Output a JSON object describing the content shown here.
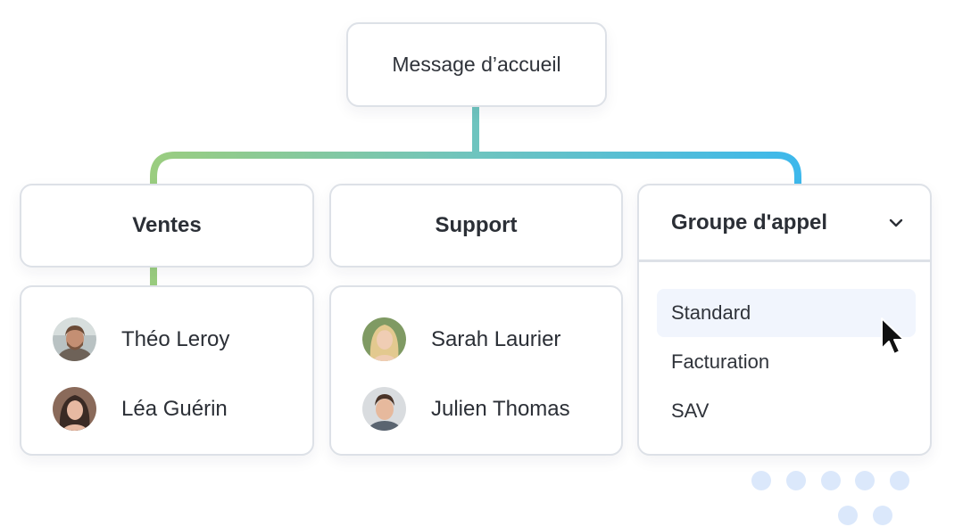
{
  "root": {
    "label": "Message d’accueil"
  },
  "groups": [
    {
      "label": "Ventes",
      "members": [
        {
          "name": "Théo Leroy"
        },
        {
          "name": "Léa Guérin"
        }
      ]
    },
    {
      "label": "Support",
      "members": [
        {
          "name": "Sarah Laurier"
        },
        {
          "name": "Julien Thomas"
        }
      ]
    }
  ],
  "dropdown": {
    "label": "Groupe d'appel",
    "options": [
      "Standard",
      "Facturation",
      "SAV"
    ],
    "selected": "Standard"
  },
  "colors": {
    "connector_green": "#9acd7f",
    "connector_teal": "#6ec4bf",
    "connector_blue": "#3db8ec",
    "hover_background": "#f1f5fd",
    "decor_dots": "#dbe8fb"
  },
  "icons": [
    "chevron-down-icon",
    "mouse-cursor-icon"
  ]
}
